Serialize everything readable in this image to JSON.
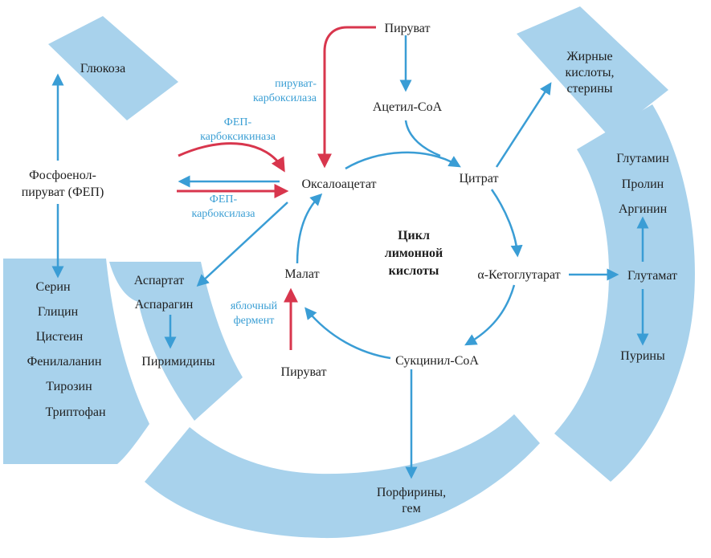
{
  "colors": {
    "sector_fill": "#a8d2ec",
    "blue_arrow": "#3a9dd5",
    "red_arrow": "#d8364d",
    "enzyme_text": "#3b9fd4",
    "text": "#1e1e1e"
  },
  "center": {
    "line1": "Цикл",
    "line2": "лимонной",
    "line3": "кислоты"
  },
  "cycle": {
    "oxaloacetate": "Оксалоацетат",
    "citrate": "Цитрат",
    "alpha_ketoglutarate": "α-Кетоглутарат",
    "succinyl_coa": "Сукцинил-СоА",
    "malate": "Малат"
  },
  "inputs": {
    "pyruvate_top": "Пируват",
    "acetyl_coa": "Ацетил-СоА",
    "pyruvate_bottom": "Пируват",
    "pep_line1": "Фосфоенол-",
    "pep_line2": "пируват (ФЕП)"
  },
  "enzymes": {
    "pyruvate_carboxylase_line1": "пируват-",
    "pyruvate_carboxylase_line2": "карбоксилаза",
    "pepck_line1": "ФЕП-",
    "pepck_line2": "карбоксикиназа",
    "pepc_line1": "ФЕП-",
    "pepc_line2": "карбоксилаза",
    "malic_line1": "яблочный",
    "malic_line2": "фермент"
  },
  "products": {
    "glucose": "Глюкоза",
    "fatty_line1": "Жирные",
    "fatty_line2": "кислоты,",
    "fatty_line3": "стерины",
    "glutamine": "Глутамин",
    "proline": "Пролин",
    "arginine": "Аргинин",
    "glutamate": "Глутамат",
    "purines": "Пурины",
    "porphyrins_line1": "Порфирины,",
    "porphyrins_line2": "гем",
    "aspartate": "Аспартат",
    "asparagine": "Аспарагин",
    "pyrimidines": "Пиримидины",
    "serine": "Серин",
    "glycine": "Глицин",
    "cysteine": "Цистеин",
    "phenylalanine": "Фенилаланин",
    "tyrosine": "Тирозин",
    "tryptophan": "Триптофан"
  }
}
